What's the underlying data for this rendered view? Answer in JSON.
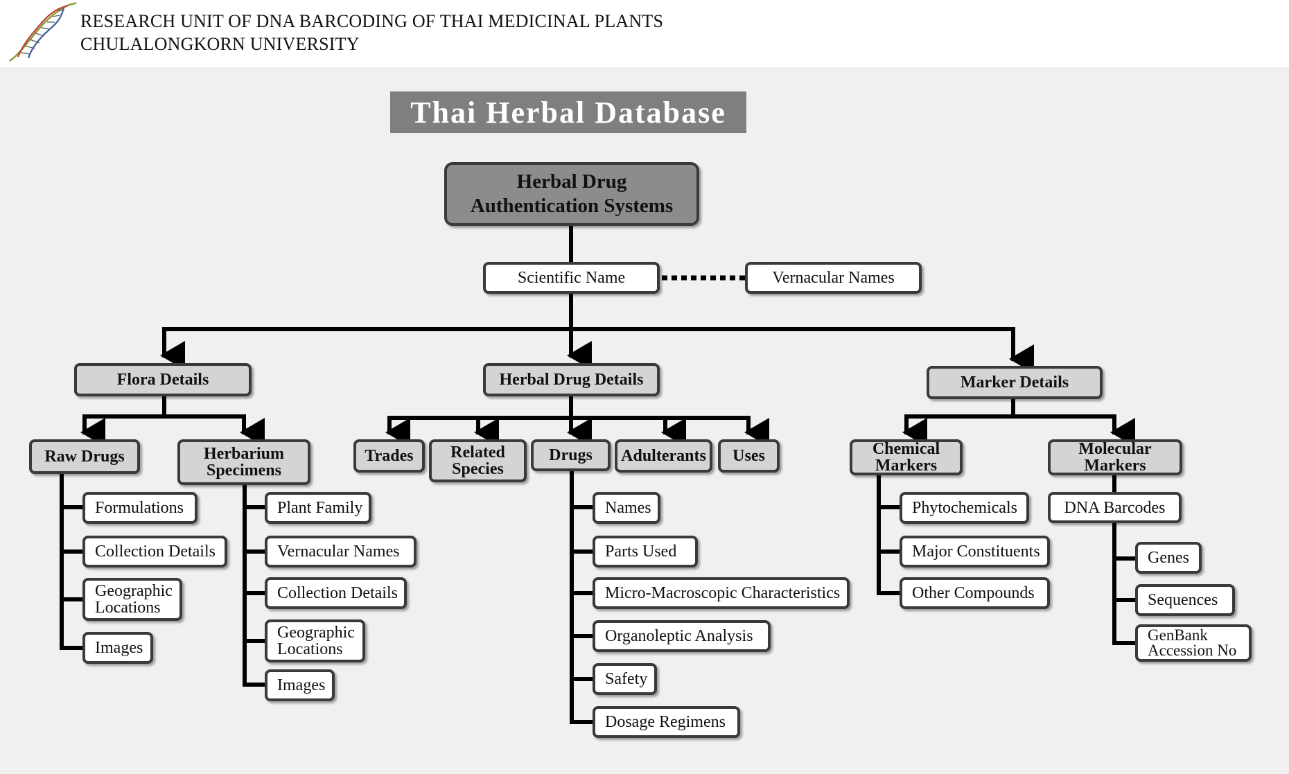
{
  "header": {
    "line1": "RESEARCH UNIT OF DNA BARCODING OF THAI MEDICINAL PLANTS",
    "line2": "CHULALONGKORN UNIVERSITY"
  },
  "colors": {
    "banner": "#7f7f7f",
    "root_box": "#8c8c8c",
    "category_box": "#d4d4d4",
    "leaf_box": "#ffffff",
    "background": "#f0f0f0"
  },
  "title": "Thai Herbal Database",
  "root": {
    "line1": "Herbal Drug",
    "line2": "Authentication Systems"
  },
  "scientific_name": "Scientific Name",
  "vernacular_names": "Vernacular Names",
  "flora": {
    "label": "Flora Details",
    "raw_drugs": {
      "label": "Raw Drugs",
      "items": [
        "Formulations",
        "Collection Details",
        "Geographic Locations",
        "Images"
      ]
    },
    "herbarium": {
      "line1": "Herbarium",
      "line2": "Specimens",
      "items": [
        "Plant Family",
        "Vernacular Names",
        "Collection Details",
        "Geographic Locations",
        "Images"
      ]
    }
  },
  "herbal_drug": {
    "label": "Herbal Drug Details",
    "trades": "Trades",
    "related_species": {
      "line1": "Related",
      "line2": "Species"
    },
    "drugs": {
      "label": "Drugs",
      "items": [
        "Names",
        "Parts Used",
        "Micro-Macroscopic Characteristics",
        "Organoleptic Analysis",
        "Safety",
        "Dosage Regimens"
      ]
    },
    "adulterants": "Adulterants",
    "uses": "Uses"
  },
  "marker": {
    "label": "Marker Details",
    "chemical": {
      "line1": "Chemical",
      "line2": "Markers",
      "items": [
        "Phytochemicals",
        "Major Constituents",
        "Other Compounds"
      ]
    },
    "molecular": {
      "line1": "Molecular",
      "line2": "Markers",
      "dna_barcodes": "DNA Barcodes",
      "items": [
        "Genes",
        "Sequences",
        "GenBank Accession No"
      ]
    }
  }
}
